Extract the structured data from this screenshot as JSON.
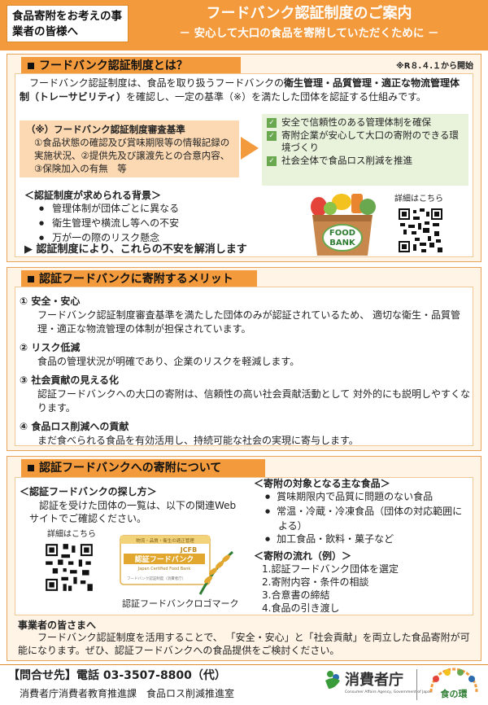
{
  "header": {
    "audience": "食品寄附をお考えの事業者の皆様へ",
    "title": "フードバンク認証制度のご案内",
    "subtitle": "－ 安心して大口の食品を寄附していただくために －"
  },
  "section1": {
    "heading": "フードバンク認証制度とは？",
    "start_note": "※R８.４.１から開始",
    "intro_a": "フードバンク認証制度は、食品を取り扱うフードバンクの",
    "intro_b": "衛生管理・品質管理・適正な物流管理体制（トレーサビリティ）",
    "intro_c": "を確認し、一定の基準（※）を満たした団体を認証する仕組みです。",
    "standard_title": "（※）フードバンク認証制度審査基準",
    "standard_body": "①食品状態の確認及び賞味期限等の情報記録の実施状況、②提供先及び譲渡先との合意内容、③保険加入の有無　等",
    "benefits": [
      "安全で信頼性のある管理体制を確保",
      "寄附企業が安心して大口の寄附のできる環境づくり",
      "社会全体で食品ロス削減を推進"
    ],
    "background_title": "＜認証制度が求められる背景＞",
    "background_items": [
      "管理体制が団体ごとに異なる",
      "衛生管理や横流し等への不安",
      "万が一の際のリスク懸念"
    ],
    "resolve": "▶ 認証制度により、これらの不安を解消します",
    "qr_label": "詳細はこちら",
    "foodbank_label_1": "FOOD",
    "foodbank_label_2": "BANK"
  },
  "section2": {
    "heading": "認証フードバンクに寄附するメリット",
    "merits": [
      {
        "title": "① 安全・安心",
        "body": "フードバンク認証制度審査基準を満たした団体のみが認証されているため、 適切な衛生・品質管理・適正な物流管理の体制が担保されています。"
      },
      {
        "title": "② リスク低減",
        "body": "食品の管理状況が明確であり、企業のリスクを軽減します。"
      },
      {
        "title": "③ 社会貢献の見える化",
        "body": "認証フードバンクへの大口の寄附は、信頼性の高い社会貢献活動として 対外的にも説明しやすくなります。"
      },
      {
        "title": "④ 食品ロス削減への貢献",
        "body": "まだ食べられる食品を有効活用し、持続可能な社会の実現に寄与します。"
      }
    ]
  },
  "section3": {
    "heading": "認証フードバンクへの寄附について",
    "find_title": "＜認証フードバンクの探し方＞",
    "find_body": "認証を受けた団体の一覧は、以下の関連Webサイトでご確認ください。",
    "qr_label": "詳細はこちら",
    "logo_caption": "認証フードバンクロゴマーク",
    "logo_top": "物流・品質・衛生の適正管理",
    "logo_code": "JCFB",
    "logo_main": "認証フードバンク",
    "logo_en": "Japan Certified Food Bank",
    "logo_small": "フードバンク認証制度（消費者庁）",
    "target_title": "＜寄附の対象となる主な食品＞",
    "target_items": [
      "賞味期限内で品質に問題のない食品",
      "常温・冷蔵・冷凍食品（団体の対応範囲による）",
      "加工食品・飲料・菓子など"
    ],
    "flow_title": "＜寄附の流れ（例）＞",
    "flow_items": [
      "1.認証フードバンク団体を選定",
      "2.寄附内容・条件の相談",
      "3.合意書の締結",
      "4.食品の引き渡し"
    ],
    "closing_title": "事業者の皆さまへ",
    "closing_body": "フードバンク認証制度を活用することで、 「安全・安心」と「社会貢献」を両立した食品寄附が可能になります。ぜひ、認証フードバンクへの食品提供をご検討ください。"
  },
  "footer": {
    "contact_label": "【問合せ先】",
    "phone": "電話 03-3507-8800（代）",
    "office": "消費者庁消費者教育推進課　食品ロス削減推進室",
    "agency": "消費者庁",
    "agency_en": "Consumer Affairs Agency, Government of Japan",
    "mascot_text": "食の環"
  },
  "colors": {
    "accent": "#f39a3c",
    "card_bg": "#fff4e6",
    "green": "#6aa84f"
  }
}
